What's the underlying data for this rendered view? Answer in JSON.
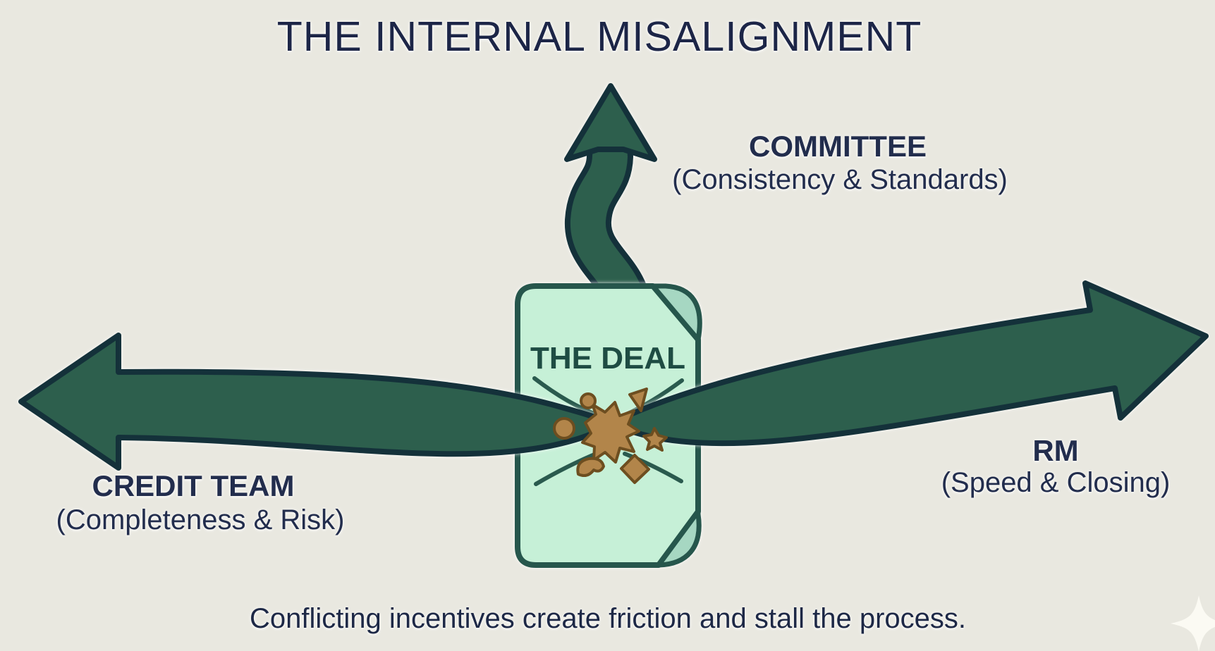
{
  "title": "THE INTERNAL MISALIGNMENT",
  "document": {
    "label": "THE DEAL"
  },
  "stakeholders": {
    "committee": {
      "name": "COMMITTEE",
      "priority": "(Consistency & Standards)"
    },
    "credit_team": {
      "name": "CREDIT TEAM",
      "priority": "(Completeness & Risk)"
    },
    "rm": {
      "name": "RM",
      "priority": "(Speed & Closing)"
    }
  },
  "caption": "Conflicting incentives create friction and stall the process.",
  "icons": {
    "up_arrow": "wavy-up-arrow-icon",
    "left_arrow": "left-arrow-icon",
    "right_arrow": "right-arrow-icon",
    "friction": "friction-splat-icon",
    "sparkle": "sparkle-icon"
  },
  "colors": {
    "background": "#e9e8e0",
    "arrow_fill": "#2d5f4d",
    "arrow_outline": "#14313a",
    "document_fill": "#c6f0d7",
    "document_fold": "#a6d7c2",
    "document_border": "#26564c",
    "motion_lines": "#2a5a4e",
    "deal_text": "#1e4c43",
    "label_text": "#222d4d",
    "title_text": "#1c2547",
    "debris_fill": "#b2854a",
    "debris_outline": "#6d4e20",
    "sparkle": "#fbfaf3"
  }
}
